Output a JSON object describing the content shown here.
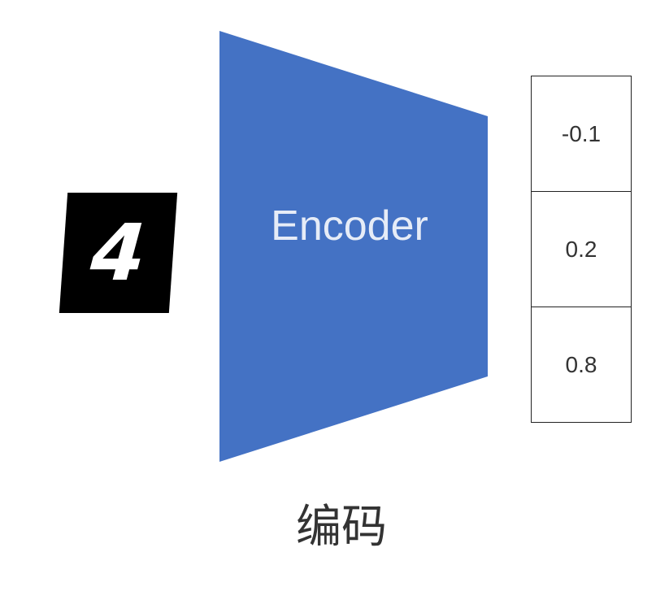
{
  "input_digit": "4",
  "encoder": {
    "label": "Encoder",
    "color": "#4472c4"
  },
  "latent_values": [
    "-0.1",
    "0.2",
    "0.8"
  ],
  "caption": "编码"
}
